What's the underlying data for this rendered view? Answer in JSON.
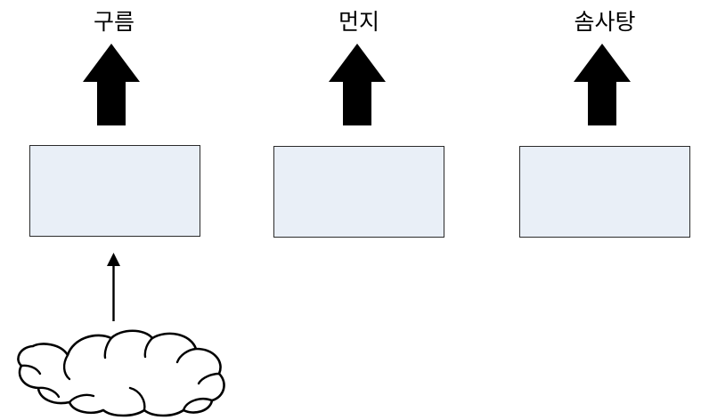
{
  "diagram": {
    "title": "",
    "background_color": "#ffffff",
    "box_fill_color": "#e9eff7",
    "box_border_color": "#2b2b2b",
    "arrow_color": "#000000",
    "columns": [
      {
        "label": "구름",
        "label_icon": "text-label",
        "arrow_icon": "thick-up-arrow-icon",
        "box_icon": "process-box",
        "box_text": "",
        "has_source_cloud": true,
        "source_arrow_icon": "thin-up-arrow-icon",
        "source_icon": "cloud-icon"
      },
      {
        "label": "먼지",
        "label_icon": "text-label",
        "arrow_icon": "thick-up-arrow-icon",
        "box_icon": "process-box",
        "box_text": "",
        "has_source_cloud": false
      },
      {
        "label": "솜사탕",
        "label_icon": "text-label",
        "arrow_icon": "thick-up-arrow-icon",
        "box_icon": "process-box",
        "box_text": "",
        "has_source_cloud": false
      }
    ]
  }
}
